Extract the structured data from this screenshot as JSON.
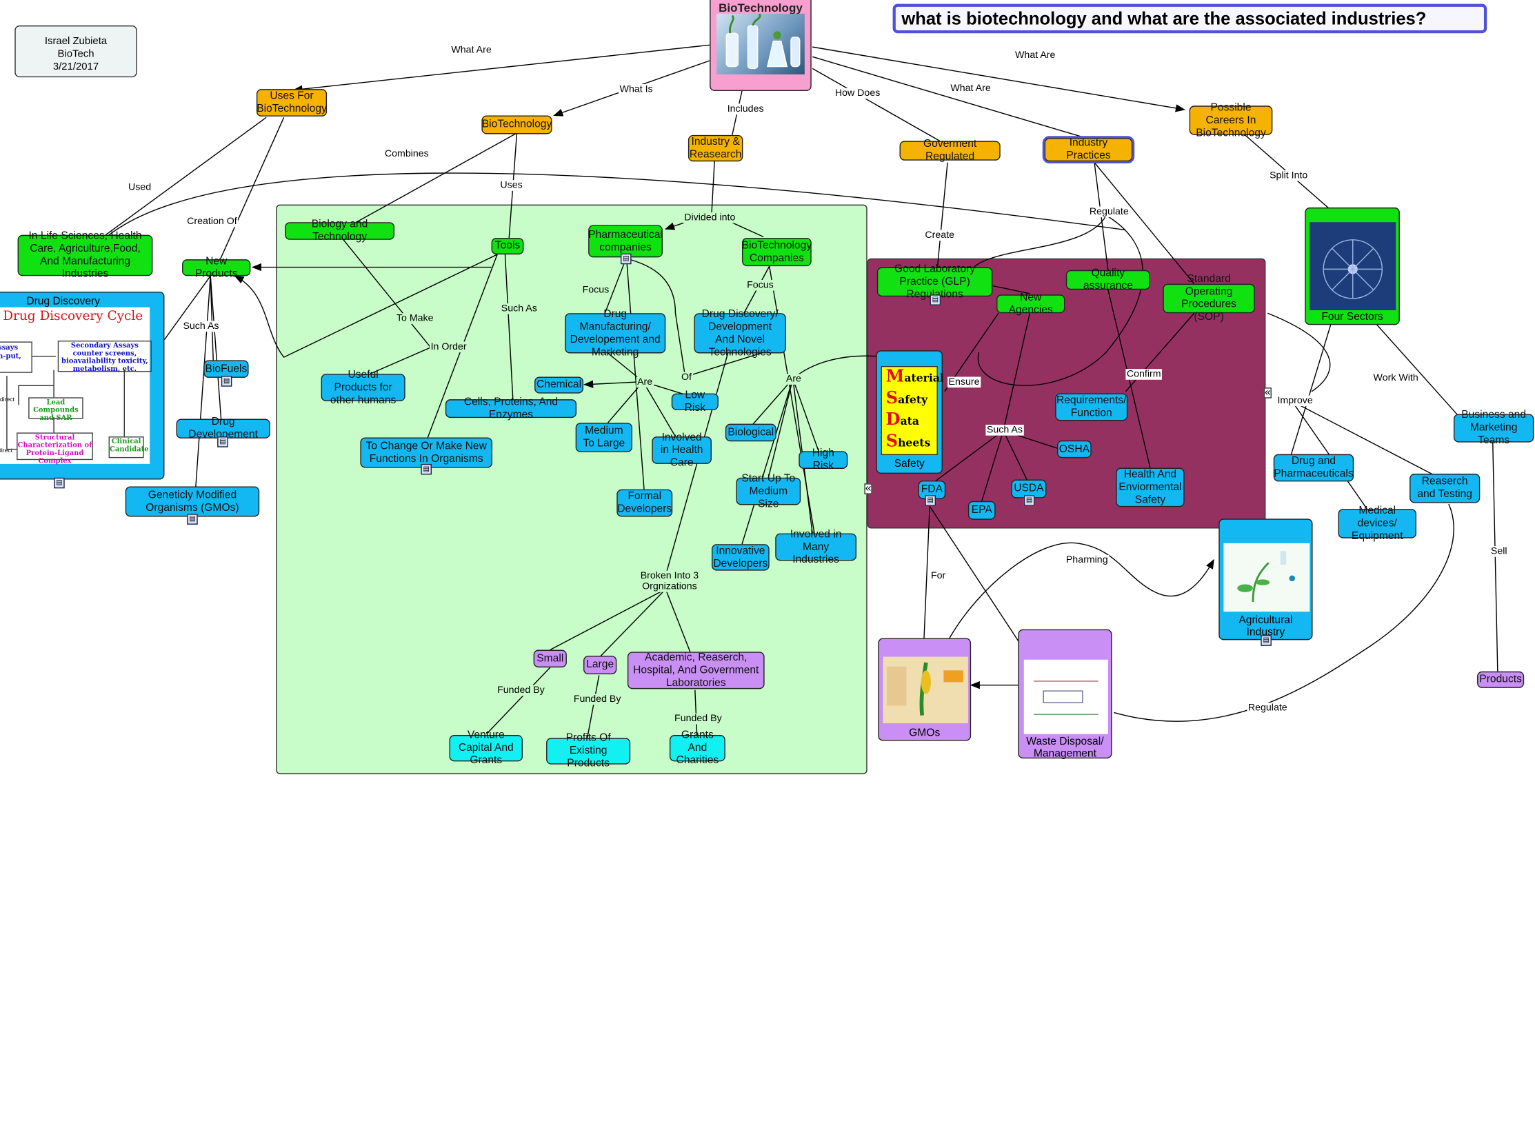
{
  "header": {
    "title": "what is biotechnology and what are the associated industries?"
  },
  "author_box": {
    "line1": "Israel Zubieta",
    "line2": "BioTech",
    "line3": "3/21/2017"
  },
  "root": {
    "label": "BioTechnology"
  },
  "nodes": {
    "uses_for": "Uses For BioTechnology",
    "biotech": "BioTechnology",
    "industry": "Industry & Reasearch",
    "govt": "Goverment Regulated",
    "practices": "Industry Practices",
    "careers": "Possible Careers In BioTechnology",
    "life_sciences": "In Life Sciences, Health Care, Agriculture,Food, And Manufacturing Industries",
    "new_products": "New Products",
    "bio_tech": "Biology and Technology",
    "tools": "Tools",
    "pharma_cos": "Pharmaceutical companies",
    "biotech_cos": "BioTechnology Companies",
    "drug_mfg": "Drug Manufacturing/ Developement and Marketing",
    "drug_disc_dev": "Drug Discovery/ Development And Novel Technologies",
    "chemical": "Chemical",
    "low_risk": "Low Risk",
    "cells": "Cells, Proteins, And Enzymes",
    "useful": "Useful Products for other humans",
    "med_large": "Medium To Large",
    "health_care": "Involved in Health Care",
    "biological": "Biological",
    "high_risk": "High Risk",
    "to_change": "To Change Or Make New Functions In Organisms",
    "formal": "Formal Developers",
    "startup": "Start Up To Medium Size",
    "innovative": "Innovative Developers",
    "many_ind": "Involved in Many Industries",
    "small": "Small",
    "large": "Large",
    "academic": "Academic, Reaserch, Hospital, And Government Laboratories",
    "venture": "Venture Capital And Grants",
    "profits": "Profits Of Existing Products",
    "grants": "Grants And Charities",
    "biofuels": "BioFuels",
    "drug_devel": "Drug Developement",
    "gmos": "Geneticly Modified Organisms (GMOs)",
    "glp": "Good Laboratory Practice (GLP) Regulations",
    "new_agencies": "New Agencies",
    "quality": "Quality assurance",
    "sop": "Standard Operating Procedures (SOP)",
    "req": "Requirements/ Function",
    "osha": "OSHA",
    "fda": "FDA",
    "usda": "USDA",
    "epa": "EPA",
    "hes": "Health And Enviormental Safety",
    "drug_pharma": "Drug and Pharmaceuticals",
    "research_testing": "Reaserch and Testing",
    "med_devices": "Medical devices/ Equipment",
    "business": "Business and Marketing Teams",
    "products": "Products"
  },
  "image_nodes": {
    "drug_discovery": "Drug Discovery",
    "safety": "Safety",
    "four_sectors": "Four Sectors",
    "agri": "Agricultural Industry",
    "gmos_img": "GMOs",
    "waste": "Waste Disposal/ Management"
  },
  "drug_cycle": {
    "title": "Drug Discovery Cycle",
    "secondary": "Secondary Assays",
    "secondary_sub": "counter screens, bioavailability toxicity, metabolism, etc.",
    "assays_a": "ssays",
    "assays_b": "h-put,",
    "lead": "Lead Compounds and SAR",
    "structural": "Structural Characterization of Protein-Ligand Complex",
    "clinical": "Clinical Candidate",
    "indirect": "Indirect",
    "direct": "Direct"
  },
  "msds": {
    "m": "M",
    "m_rest": "aterial",
    "s": "S",
    "s_rest": "afety",
    "d": "D",
    "d_rest": "ata",
    "s2": "S",
    "s2_rest": "heets"
  },
  "link_labels": {
    "what_are_1": "What Are",
    "what_is": "What Is",
    "includes": "Includes",
    "how_does": "How Does",
    "what_are_2": "What Are",
    "what_are_3": "What Are",
    "combines": "Combines",
    "used": "Used",
    "uses": "Uses",
    "creation_of": "Creation Of",
    "divided_into": "Divided into",
    "such_as_1": "Such As",
    "to_make": "To Make",
    "such_as_2": "Such As",
    "in_order": "In Order",
    "focus_1": "Focus",
    "focus_2": "Focus",
    "are_1": "Are",
    "of": "Of",
    "are_2": "Are",
    "broken": "Broken Into 3 Orgnizations",
    "funded_1": "Funded By",
    "funded_2": "Funded By",
    "funded_3": "Funded By",
    "create": "Create",
    "regulate_1": "Regulate",
    "ensure": "Ensure",
    "such_as_3": "Such As",
    "confirm": "Confirm",
    "split_into": "Split Into",
    "improve": "Improve",
    "work_with": "Work With",
    "sell": "Sell",
    "for": "For",
    "pharming": "Pharming",
    "regulate_2": "Regulate"
  },
  "colors": {
    "orange": "#f5b300",
    "green": "#11e011",
    "blue": "#13b8f2",
    "cyan": "#12f1f2",
    "purple": "#c98ff5",
    "region_green": "#c8fcc8",
    "region_maroon": "#953161",
    "root_pink": "#f79fcf"
  }
}
